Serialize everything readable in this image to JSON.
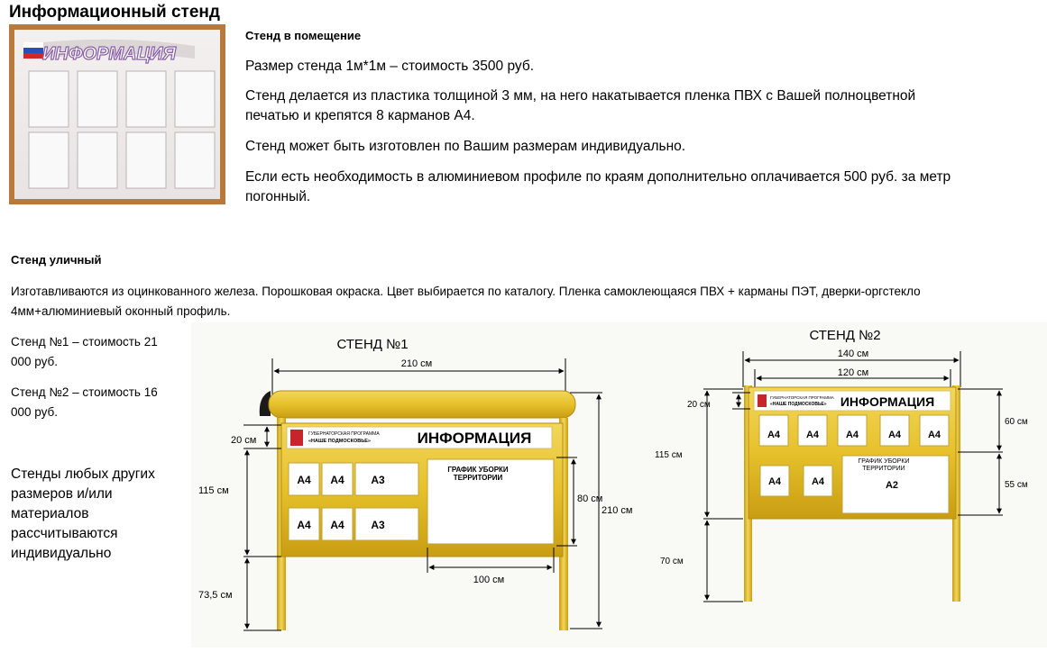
{
  "title": "Информационный стенд",
  "indoor": {
    "heading": "Стенд в помещение",
    "paragraphs": [
      "Размер стенда 1м*1м – стоимость 3500 руб.",
      "Стенд делается из пластика толщиной 3 мм, на него накатывается пленка ПВХ с Вашей полноцветной печатью и крепятся 8 карманов А4.",
      "Стенд может быть изготовлен по Вашим размерам индивидуально.",
      "Если есть необходимость в алюминиевом профиле по краям дополнительно оплачивается 500 руб. за метр погонный."
    ],
    "photo_sign": "ИНФОРМАЦИЯ"
  },
  "street": {
    "heading": "Стенд уличный",
    "description": "Изготавливаются из оцинкованного железа. Порошковая окраска. Цвет выбирается по каталогу. Пленка самоклеющаяся ПВХ + карманы ПЭТ, дверки-оргстекло 4мм+алюминиевый оконный профиль.",
    "price1": "Стенд №1 – стоимость 21 000 руб.",
    "price2": "Стенд №2 – стоимость 16 000 руб.",
    "custom_note": "Стенды любых других размеров и/или материалов рассчитываются индивидуально"
  },
  "stand1": {
    "title": "СТЕНД №1",
    "width_label": "210 см",
    "header_height": "20 см",
    "board_height": "115 см",
    "leg_height": "73,5 см",
    "right_panel_height": "80 см",
    "total_height": "210 см",
    "right_panel_width": "100 см",
    "program_line1": "ГУБЕРНАТОРСКАЯ ПРОГРАММА",
    "program_line2": "«НАШЕ ПОДМОСКОВЬЕ»",
    "sign": "ИНФОРМАЦИЯ",
    "pockets_row1": [
      "A4",
      "A4",
      "A3"
    ],
    "pockets_row2": [
      "A4",
      "A4",
      "A3"
    ],
    "schedule_line1": "ГРАФИК УБОРКИ",
    "schedule_line2": "ТЕРРИТОРИИ"
  },
  "stand2": {
    "title": "СТЕНД №2",
    "outer_width": "140 см",
    "inner_width": "120 см",
    "header_height": "20 см",
    "total_board": "115 см",
    "top_section": "60 см",
    "bottom_section": "55 см",
    "leg_height": "70 см",
    "program_line1": "ГУБЕРНАТОРСКАЯ ПРОГРАММА",
    "program_line2": "«НАШЕ ПОДМОСКОВЬЕ»",
    "sign": "ИНФОРМАЦИЯ",
    "pockets_top": [
      "A4",
      "A4",
      "A4",
      "A4",
      "A4"
    ],
    "pockets_bottom": [
      "A4",
      "A4"
    ],
    "schedule_line1": "ГРАФИК УБОРКИ",
    "schedule_line2": "ТЕРРИТОРИИ",
    "big_pocket": "A2"
  },
  "colors": {
    "gold": "#e6c12b",
    "gold_dark": "#c99d12",
    "frame_brown": "#b87a3c"
  }
}
